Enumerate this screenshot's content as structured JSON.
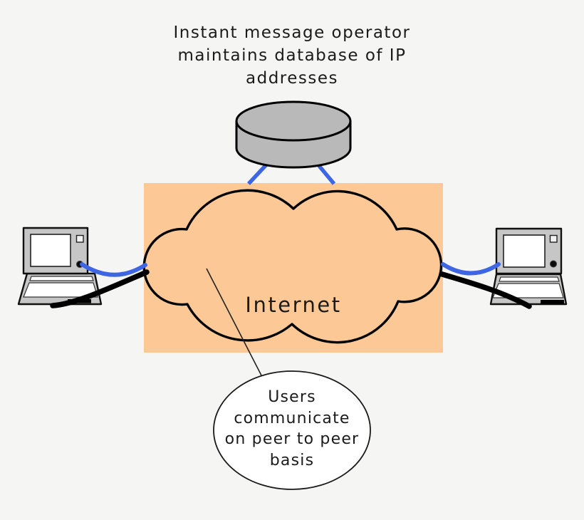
{
  "colors": {
    "background": "#f5f5f4",
    "internet-box": "#fbc896",
    "database-fill": "#b9b9b9",
    "database-stroke": "#000000",
    "link-blue": "#3e66e3",
    "cable-black": "#000000",
    "cloud-stroke": "#000000",
    "bubble-fill": "#ffffff",
    "bubble-stroke": "#1a1a1a",
    "laptop-gray": "#c6c6c6",
    "text": "#1b1b1b"
  },
  "captions": {
    "operator_note": {
      "lines": [
        "Instant message operator",
        "maintains database of IP",
        "addresses"
      ]
    },
    "internet_label": "Internet",
    "peer_note": {
      "lines": [
        "Users",
        "communicate",
        "on peer to peer",
        "basis"
      ]
    }
  }
}
